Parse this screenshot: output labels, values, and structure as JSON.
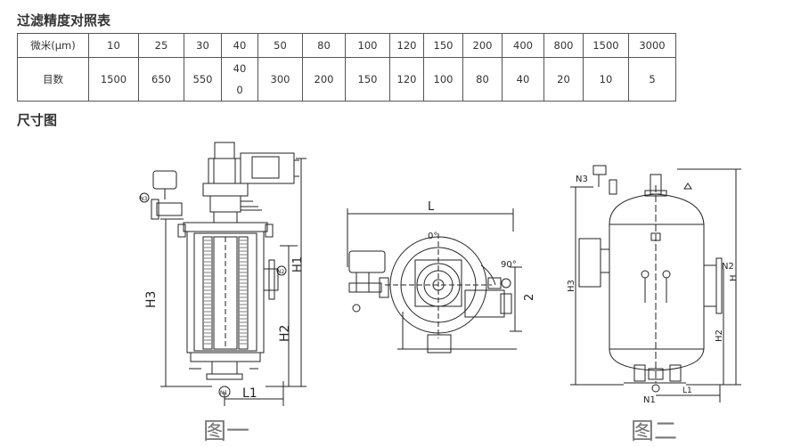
{
  "headings": {
    "precision_table": "过滤精度对照表",
    "dimension_drawing": "尺寸图"
  },
  "table": {
    "row_labels": [
      "微米(μm)",
      "目数"
    ],
    "microns": [
      "10",
      "25",
      "30",
      "40",
      "50",
      "80",
      "100",
      "120",
      "150",
      "200",
      "400",
      "800",
      "1500",
      "3000"
    ],
    "mesh": [
      "1500",
      "650",
      "550",
      "400",
      "300",
      "200",
      "150",
      "120",
      "100",
      "80",
      "40",
      "20",
      "10",
      "5"
    ]
  },
  "figure1": {
    "labels": {
      "h3": "H3",
      "h2": "H2",
      "h1": "H1",
      "l1": "L1",
      "n1": "N1",
      "n2": "N2",
      "n3": "N3"
    },
    "caption": "图一"
  },
  "figure_top": {
    "labels": {
      "l": "L",
      "deg0": "0°",
      "deg90": "90°",
      "dim2": "2"
    }
  },
  "figure2": {
    "labels": {
      "n3": "N3",
      "n2": "N2",
      "n1": "N1",
      "h3": "H3",
      "h2": "H2",
      "h1": "H",
      "l1": "L1"
    },
    "caption": "图二"
  }
}
